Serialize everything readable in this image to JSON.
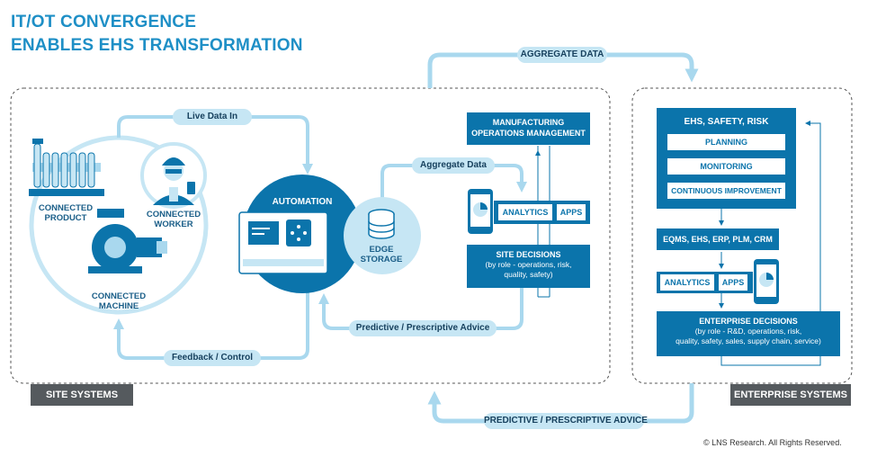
{
  "title": {
    "line1": "IT/OT CONVERGENCE",
    "line2": "ENABLES EHS TRANSFORMATION"
  },
  "flows": {
    "aggregate_data_top": "AGGREGATE DATA",
    "live_data_in": "Live Data In",
    "aggregate_data": "Aggregate Data",
    "predictive_advice": "Predictive / Prescriptive Advice",
    "feedback_control": "Feedback / Control",
    "predictive_advice_bottom": "PREDICTIVE / PRESCRIPTIVE ADVICE"
  },
  "site": {
    "connected_product": [
      "CONNECTED",
      "PRODUCT"
    ],
    "connected_worker": [
      "CONNECTED",
      "WORKER"
    ],
    "connected_machine": [
      "CONNECTED",
      "MACHINE"
    ],
    "automation": "AUTOMATION",
    "edge_storage": [
      "EDGE",
      "STORAGE"
    ],
    "mom": [
      "MANUFACTURING",
      "OPERATIONS MANAGEMENT"
    ],
    "analytics": "ANALYTICS",
    "apps": "APPS",
    "site_decisions_title": "SITE DECISIONS",
    "site_decisions_detail": [
      "(by role - operations, risk,",
      "quality, safety)"
    ],
    "label": "SITE SYSTEMS"
  },
  "enterprise": {
    "ehs_title": "EHS, SAFETY, RISK",
    "planning": "PLANNING",
    "monitoring": "MONITORING",
    "continuous_improvement": "CONTINUOUS IMPROVEMENT",
    "systems": "EQMS, EHS, ERP, PLM, CRM",
    "analytics": "ANALYTICS",
    "apps": "APPS",
    "decisions_title": "ENTERPRISE DECISIONS",
    "decisions_detail": [
      "(by role - R&D, operations, risk,",
      "quality, safety, sales, supply chain, service)"
    ],
    "label": "ENTERPRISE SYSTEMS"
  },
  "copyright": "© LNS Research. All Rights Reserved.",
  "colors": {
    "primary": "#0b74ab",
    "light": "#c6e6f4",
    "title": "#1e8fc6",
    "dark_label": "#555a5e"
  }
}
